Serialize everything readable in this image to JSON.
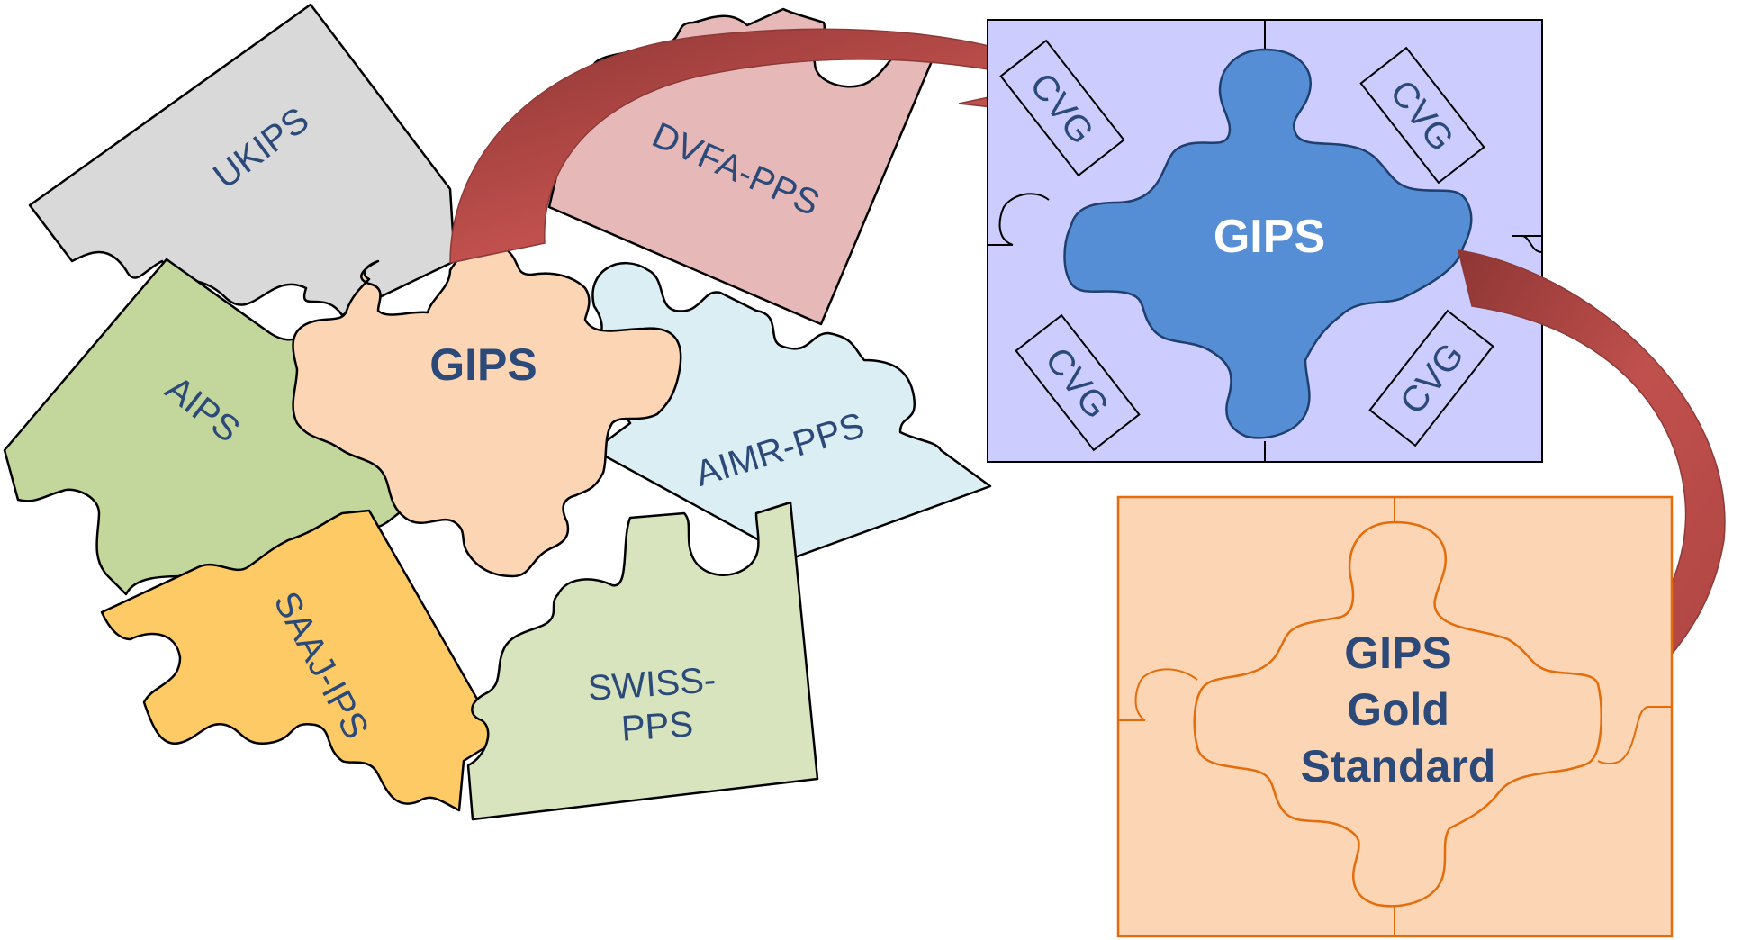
{
  "left_cluster": {
    "pieces": [
      {
        "label": "UKIPS",
        "color": "#d9d9d9"
      },
      {
        "label": "AIPS",
        "color": "#c3d69b"
      },
      {
        "label": "SAAJ-IPS",
        "color": "#fdca66"
      },
      {
        "label": "SWISS-PPS",
        "lines": [
          "SWISS-",
          "PPS"
        ],
        "color": "#d7e4bd"
      },
      {
        "label": "AIMR-PPS",
        "color": "#dbeef4"
      },
      {
        "label": "DVFA-PPS",
        "color": "#e6b9b8"
      }
    ],
    "center": {
      "label": "GIPS",
      "color": "#fcd5b5"
    }
  },
  "middle_panel": {
    "background": "#ccccff",
    "center": {
      "label": "GIPS",
      "color": "#558ed5"
    },
    "tags": [
      "CVG",
      "CVG",
      "CVG",
      "CVG"
    ]
  },
  "right_panel": {
    "background": "#fcd5b5",
    "border_color": "#e46c0a",
    "title_lines": [
      "GIPS",
      "Gold",
      "Standard"
    ]
  },
  "arrows": {
    "color": "#c0504d",
    "shadow_color": "#8c3a38"
  }
}
